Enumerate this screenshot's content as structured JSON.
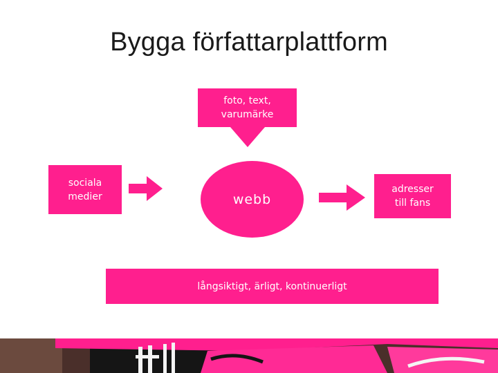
{
  "slide": {
    "title": "Bygga författarplattform"
  },
  "diagram": {
    "top_box": "foto, text,\nvarumärke",
    "left_box": "sociala\nmedier",
    "center_oval": "webb",
    "right_box": "adresser\ntill fans",
    "bottom_box": "långsiktigt, ärligt, kontinuerligt"
  },
  "colors": {
    "accent": "#ff1f8e",
    "text_on_accent": "#ffffff",
    "title": "#1a1a1a"
  }
}
